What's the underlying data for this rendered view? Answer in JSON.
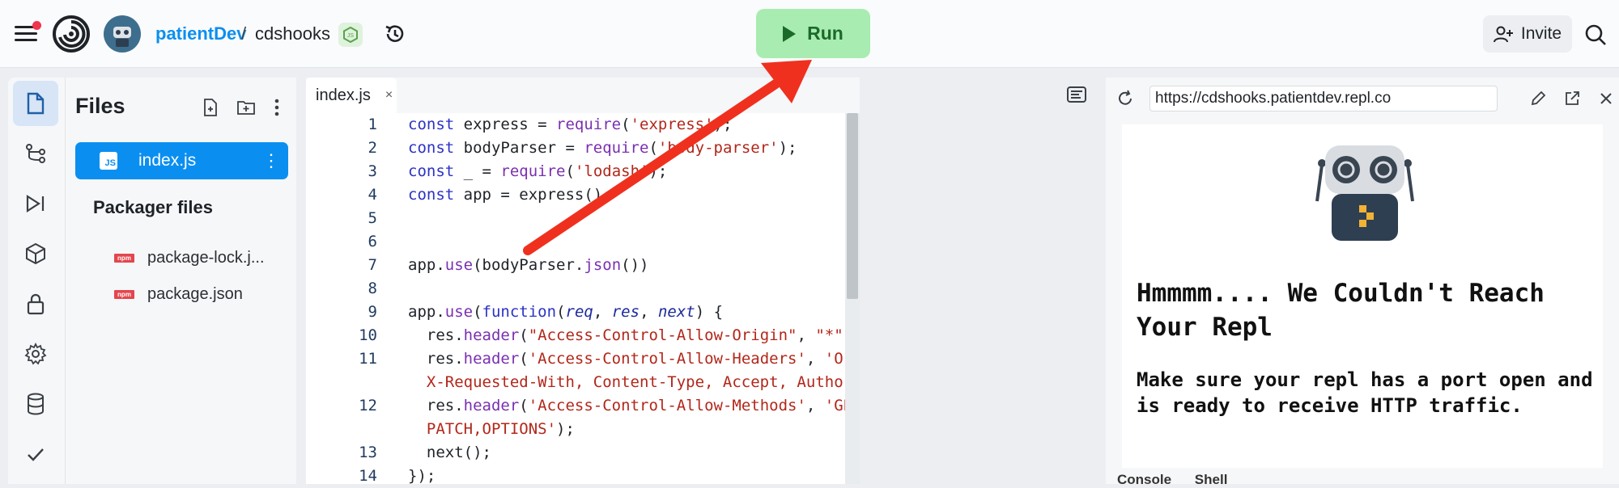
{
  "header": {
    "user": "patientDev",
    "separator": "/",
    "repl_name": "cdshooks",
    "run_label": "Run",
    "invite_label": "Invite"
  },
  "files_panel": {
    "title": "Files",
    "active_file": "index.js",
    "packager_title": "Packager files",
    "packager_files": [
      "package-lock.j...",
      "package.json"
    ],
    "npm_badge": "npm"
  },
  "editor": {
    "tab_label": "index.js",
    "tab_close": "×",
    "line_numbers": [
      "1",
      "2",
      "3",
      "4",
      "5",
      "6",
      "7",
      "8",
      "9",
      "10",
      "11",
      "",
      "12",
      "",
      "13",
      "14"
    ]
  },
  "webview": {
    "url": "https://cdshooks.patientdev.repl.co",
    "error_title": "Hmmmm.... We Couldn't Reach Your Repl",
    "error_body": "Make sure your repl has a port open and is ready to receive HTTP traffic.",
    "bottom_tabs": [
      "Console",
      "Shell"
    ]
  },
  "annotation": {
    "arrow_color": "#f0301e"
  }
}
